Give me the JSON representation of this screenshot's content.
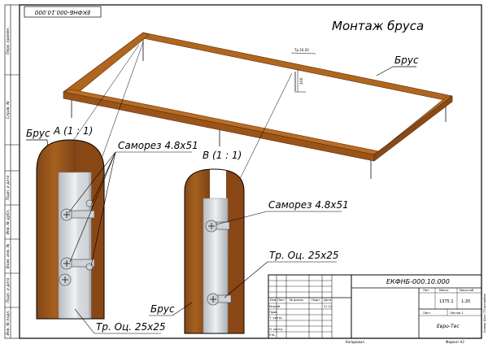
{
  "drawing": {
    "title": "Монтаж бруса",
    "code_rotated": "ЕКФНБ-000.10.000",
    "code_titleblock": "ЕКФНБ-000.10.000",
    "company": "Евро-Тес",
    "format_label": "Формат А3"
  },
  "labels": {
    "brus_top": "Брус",
    "brus_left": "Брус",
    "brus_bottom": "Брус",
    "view_a": "А (1 : 1)",
    "view_b": "В (1 : 1)",
    "samorez_a": "Саморез 4.8х51",
    "samorez_b": "Саморез 4.8х51",
    "tube_a": "Тр. Оц. 25х25",
    "tube_b": "Тр. Оц. 25х25"
  },
  "dimension": {
    "small_top": "Тр.10.20",
    "vertical": "100"
  },
  "sidebar": {
    "cells": [
      "Перв. примен.",
      "Справ. №",
      "Подп. и дата",
      "Инв. № дубл.",
      "Взам. инв. №",
      "Подп. и дата",
      "Инв. № подл."
    ]
  },
  "titleblock": {
    "headers": [
      "Изм",
      "Лист",
      "№ докум.",
      "Подп.",
      "Дата"
    ],
    "row_names": [
      "Разраб.",
      "Пров.",
      "Т. контр.",
      "",
      "Н. контр.",
      "Утв."
    ],
    "date": "21.12",
    "lit_label": "Лит.",
    "mass_label": "Масса",
    "scale_label": "Масштаб",
    "mass_value": "1375.1",
    "scale_value": "1:20",
    "sheet_label": "Лист",
    "sheets_label": "Листов 1",
    "copied": "Копировал",
    "right_note": "Копир. Брус ТП.интрабое"
  },
  "colors": {
    "wood": "#a0581f",
    "wood_dark": "#6f3a12",
    "metal": "#c9cdd1"
  }
}
